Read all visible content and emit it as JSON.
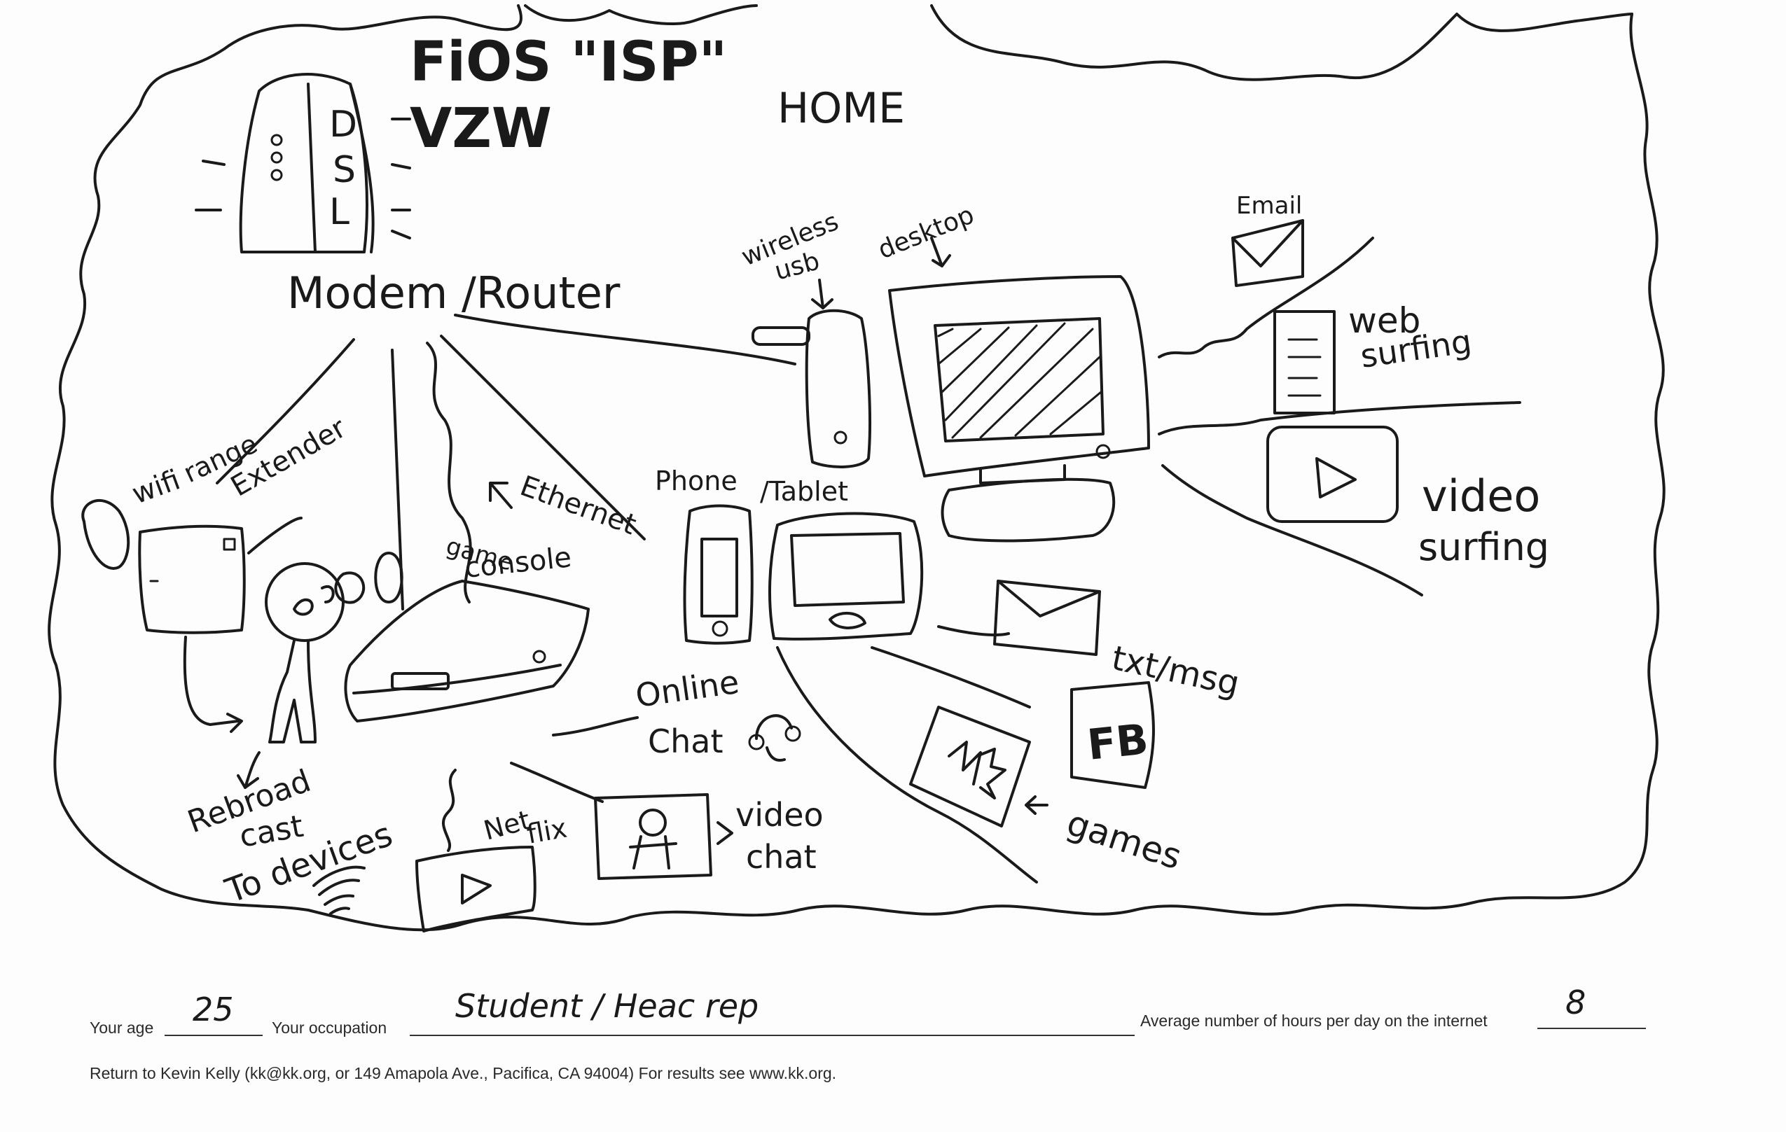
{
  "labels": {
    "isp_line1": "FiOS \"ISP\"",
    "isp_line2": "VZW",
    "home": "HOME",
    "dsl_d": "D",
    "dsl_s": "S",
    "dsl_l": "L",
    "modem_router": "Modem /Router",
    "wireless_usb_line1": "wireless",
    "wireless_usb_line2": "usb",
    "desktop": "desktop",
    "email": "Email",
    "web_surfing_line1": "web",
    "web_surfing_line2": "surfing",
    "video_surfing_line1": "video",
    "video_surfing_line2": "surfing",
    "wifi_range_line1": "wifi",
    "wifi_range_line2": "range",
    "extender": "Extender",
    "ethernet": "Ethernet",
    "game_console_line1": "game",
    "game_console_line2": "console",
    "phone": "Phone",
    "tablet": "/Tablet",
    "txt_msg": "txt/msg",
    "fb": "FB",
    "online_chat_line1": "Online",
    "online_chat_line2": "Chat",
    "games": "games",
    "rebroadcast_line1": "Rebroad",
    "rebroadcast_line2": "cast",
    "rebroadcast_line3": "To devices",
    "netflix_line1": "Net",
    "netflix_line2": "flix",
    "video_chat_line1": "video",
    "video_chat_line2": "chat"
  },
  "form": {
    "age_label": "Your age",
    "age_value": "25",
    "occupation_label": "Your occupation",
    "occupation_value": "Student / Heac rep",
    "hours_label": "Average number of hours per day on the internet",
    "hours_value": "8",
    "return_line": "Return to Kevin Kelly (kk@kk.org,  or  149 Amapola Ave., Pacifica, CA 94004) For results see www.kk.org."
  }
}
